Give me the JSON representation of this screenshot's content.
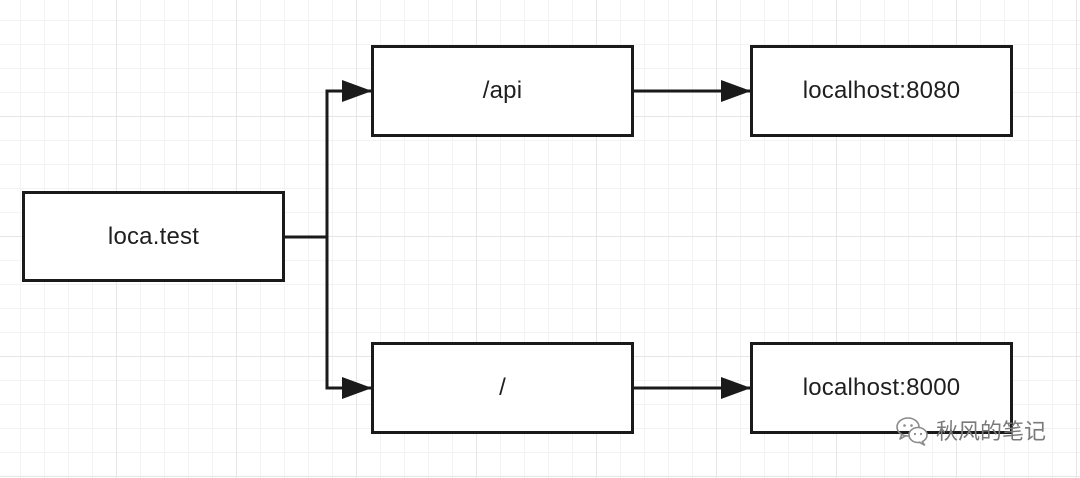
{
  "nodes": {
    "source": {
      "label": "loca.test"
    },
    "api_path": {
      "label": "/api"
    },
    "root_path": {
      "label": "/"
    },
    "api_target": {
      "label": "localhost:8080"
    },
    "root_target": {
      "label": "localhost:8000"
    }
  },
  "watermark": {
    "text": "秋风的笔记",
    "icon": "wechat-icon"
  },
  "colors": {
    "stroke": "#1a1a1a",
    "text": "#1f1f1f",
    "grid": "#e6e6e6",
    "watermark": "#7a7a7a"
  }
}
